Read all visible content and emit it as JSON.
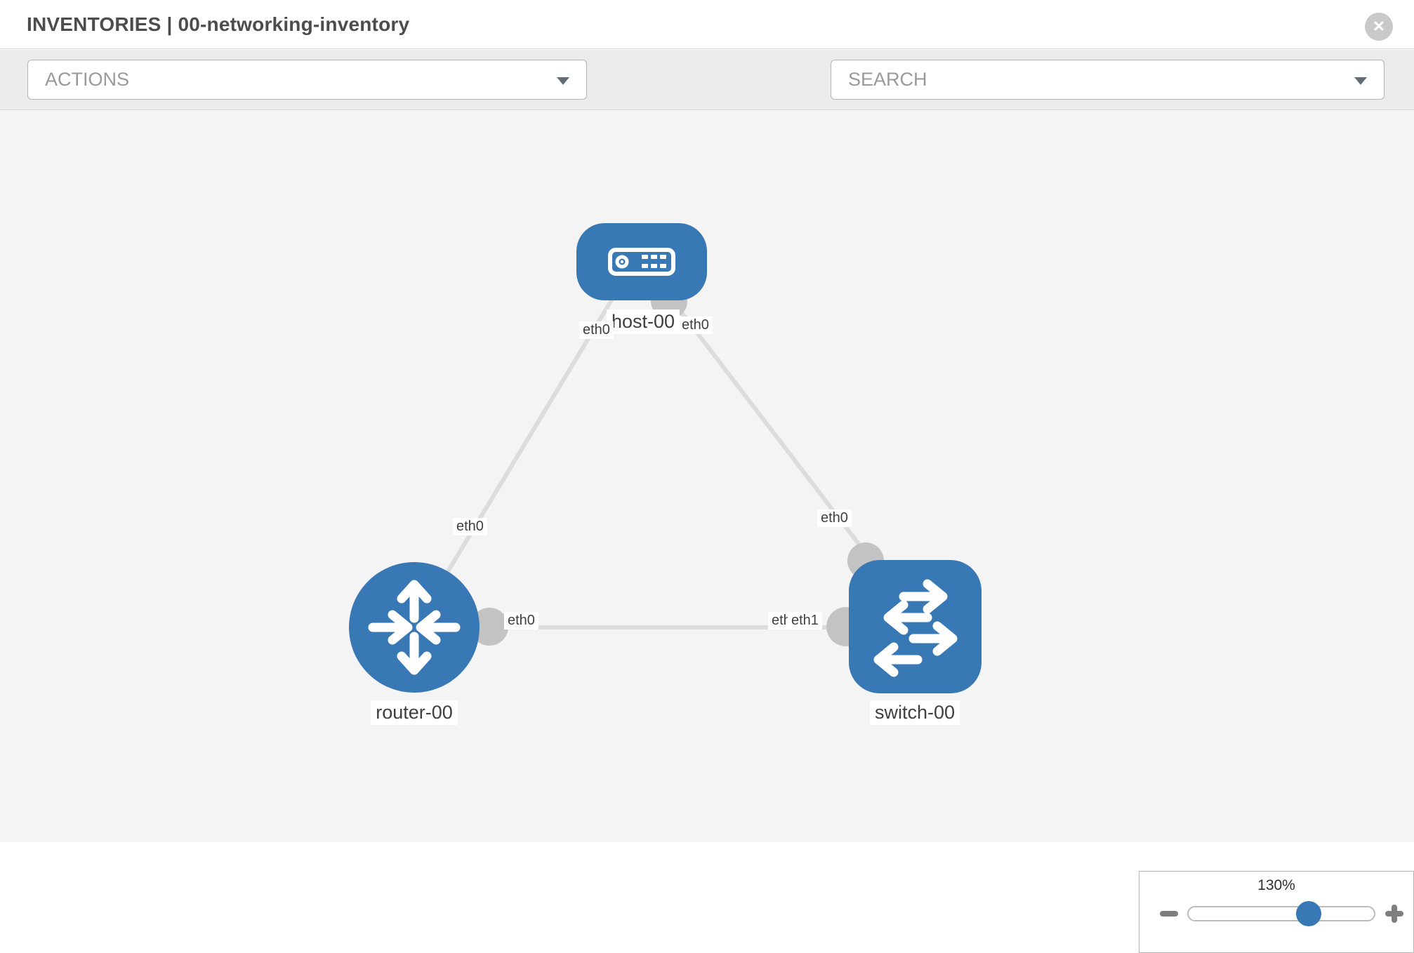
{
  "header": {
    "title": "INVENTORIES | 00-networking-inventory",
    "close_icon": "✕"
  },
  "toolbar": {
    "actions_label": "ACTIONS",
    "search_placeholder": "SEARCH",
    "icons": [
      "wrench-icon",
      "key-icon"
    ]
  },
  "topology": {
    "nodes": [
      {
        "label": "host-00",
        "type": "host",
        "icon": "host-icon"
      },
      {
        "label": "router-00",
        "type": "router",
        "icon": "router-icon"
      },
      {
        "label": "switch-00",
        "type": "switch",
        "icon": "switch-icon"
      }
    ],
    "links": [
      {
        "from": "host-00",
        "to": "router-00"
      },
      {
        "from": "host-00",
        "to": "switch-00"
      },
      {
        "from": "router-00",
        "to": "switch-00"
      }
    ],
    "interfaces": {
      "host_left": "eth0",
      "host_right": "eth0",
      "left_link_mid": "eth0",
      "right_link_mid": "eth0",
      "bottom_link_left": "eth0",
      "bottom_link_right_back": "eth0",
      "bottom_link_right_front": "eth1"
    }
  },
  "zoom_control": {
    "level": "130%"
  },
  "colors": {
    "node_blue": "#3878b5",
    "link_gray": "#dcdcdc",
    "interface_gray": "#c3c3c3",
    "canvas_bg": "#f4f4f4",
    "toolbar_bg": "#ebebeb"
  }
}
